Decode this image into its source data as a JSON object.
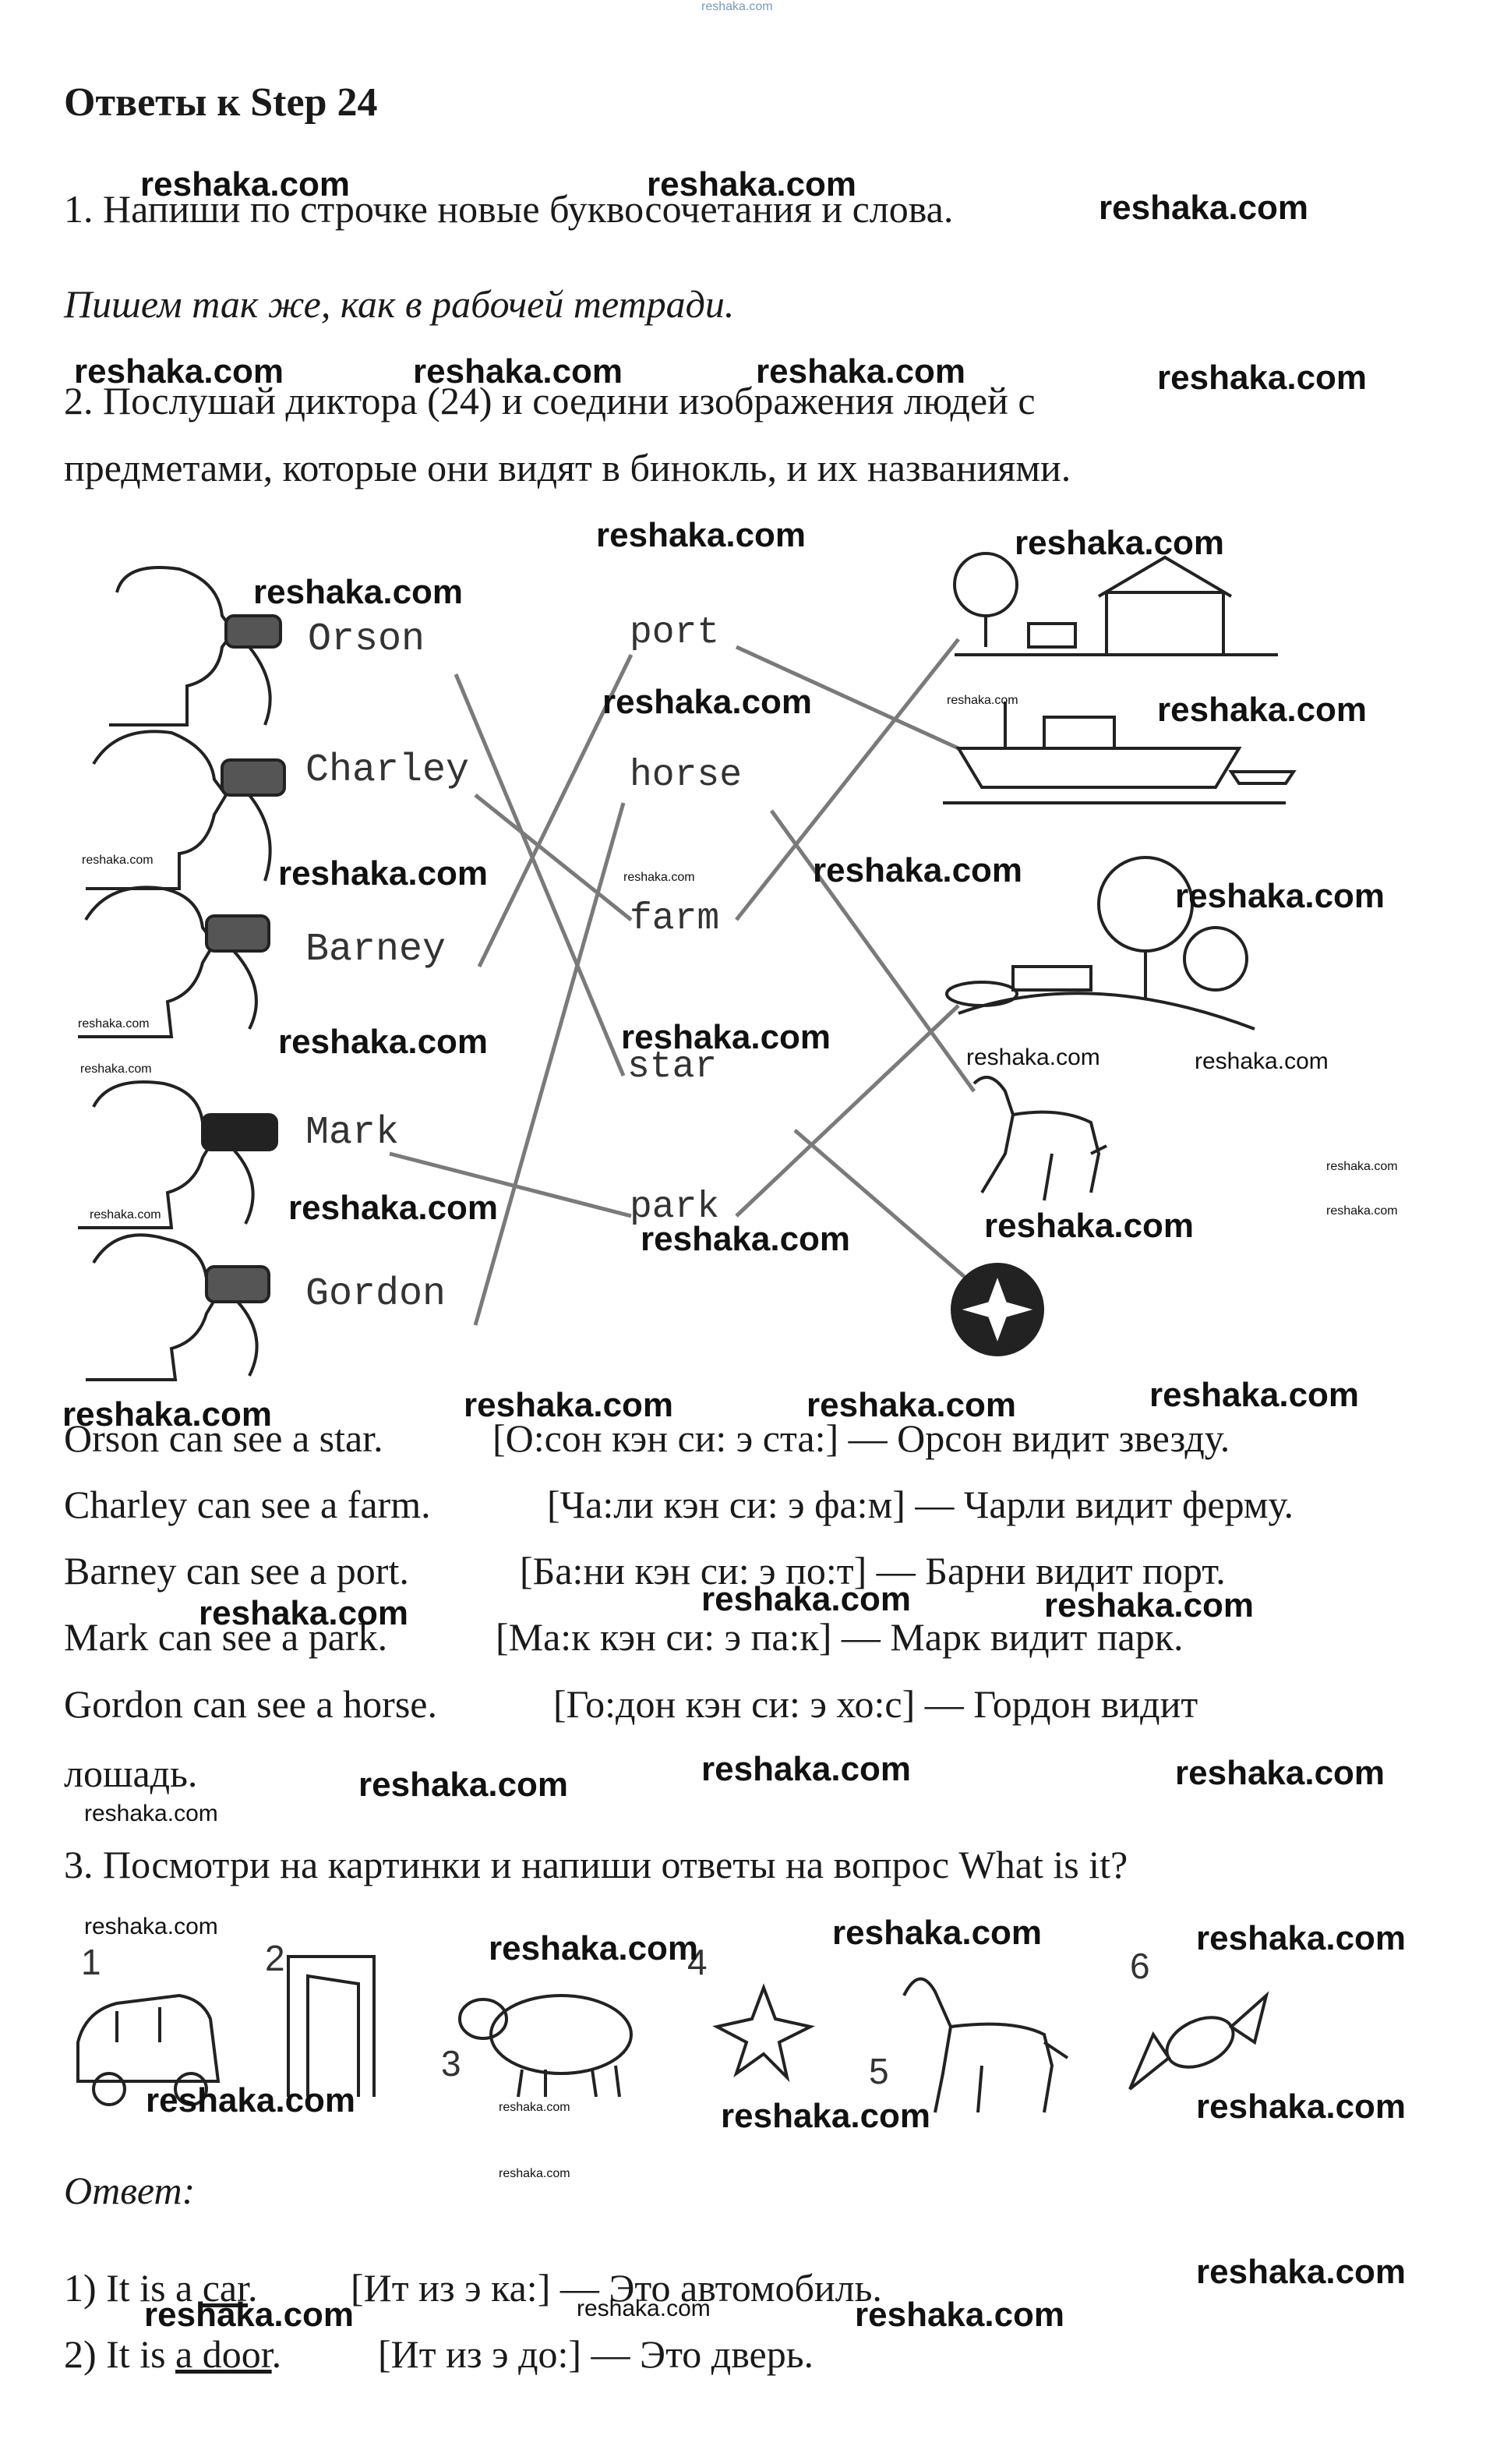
{
  "site": "reshaka.com",
  "title": "Ответы к Step 24",
  "task1": {
    "text": "1. Напиши по строчке новые буквосочетания и слова.",
    "answer": "Пишем так же, как в рабочей тетради."
  },
  "task2": {
    "line1": "2. Послушай диктора (24) и соедини изображения людей с",
    "line2": "предметами, которые они видят в бинокль, и их названиями.",
    "names": [
      "Orson",
      "Charley",
      "Barney",
      "Mark",
      "Gordon"
    ],
    "words": [
      "port",
      "horse",
      "farm",
      "star",
      "park"
    ],
    "answers": [
      {
        "en": "Orson can see a star.",
        "ru": "[О:сон кэн си: э ста:] — Орсон видит звезду."
      },
      {
        "en": "Charley can see a farm.",
        "ru": "[Ча:ли кэн си: э фа:м] — Чарли видит ферму."
      },
      {
        "en": "Barney can see a port.",
        "ru": "[Ба:ни кэн си: э по:т] — Барни видит порт."
      },
      {
        "en": "Mark can see a park.",
        "ru": "[Ма:к кэн си: э па:к] — Марк видит парк."
      },
      {
        "en": "Gordon can see a horse.",
        "ru": "[Го:дон кэн си: э хо:с] — Гордон видит"
      }
    ],
    "last_line": "лошадь."
  },
  "task3": {
    "text": "3. Посмотри на картинки и напиши ответы на вопрос What is it?",
    "numbers": [
      "1",
      "2",
      "3",
      "4",
      "5",
      "6"
    ],
    "answer_label": "Ответ:",
    "answers": [
      {
        "prefix": "1) It is a ",
        "word": "car",
        "suffix": ".",
        "ru": "[Ит из э ка:] — Это автомобиль."
      },
      {
        "prefix": "2) It is ",
        "word": "a door",
        "suffix": ".",
        "ru": "[Ит из э до:] — Это дверь."
      }
    ]
  }
}
